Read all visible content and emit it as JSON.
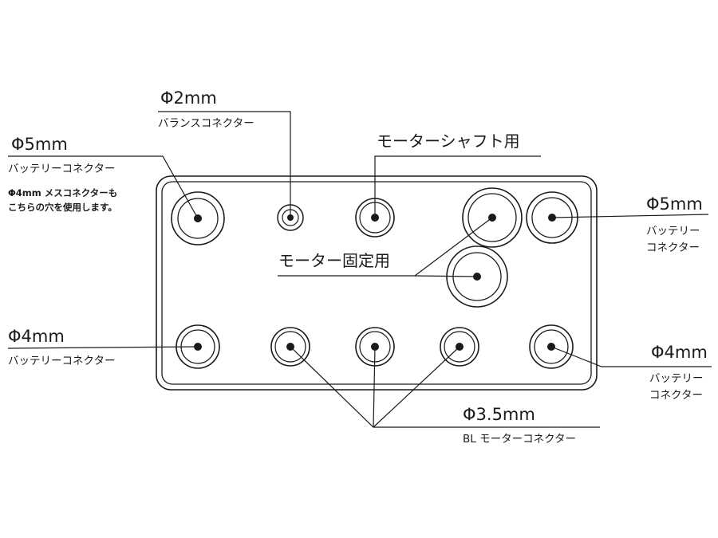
{
  "labels": {
    "top_left_size": "Φ5mm",
    "top_left_name": "バッテリーコネクター",
    "top_left_note_1": "Φ4mm メスコネクターも",
    "top_left_note_2": "こちらの穴を使用します。",
    "balance_size": "Φ2mm",
    "balance_name": "バランスコネクター",
    "shaft": "モーターシャフト用",
    "fixing": "モーター固定用",
    "top_right_size": "Φ5mm",
    "top_right_name_1": "バッテリー",
    "top_right_name_2": "コネクター",
    "bottom_left_size": "Φ4mm",
    "bottom_left_name": "バッテリーコネクター",
    "bottom_right_size": "Φ4mm",
    "bottom_right_name_1": "バッテリー",
    "bottom_right_name_2": "コネクター",
    "bl_size": "Φ3.5mm",
    "bl_name": "BL モーターコネクター"
  },
  "colors": {
    "stroke": "#1a1a1a",
    "background": "#ffffff"
  }
}
